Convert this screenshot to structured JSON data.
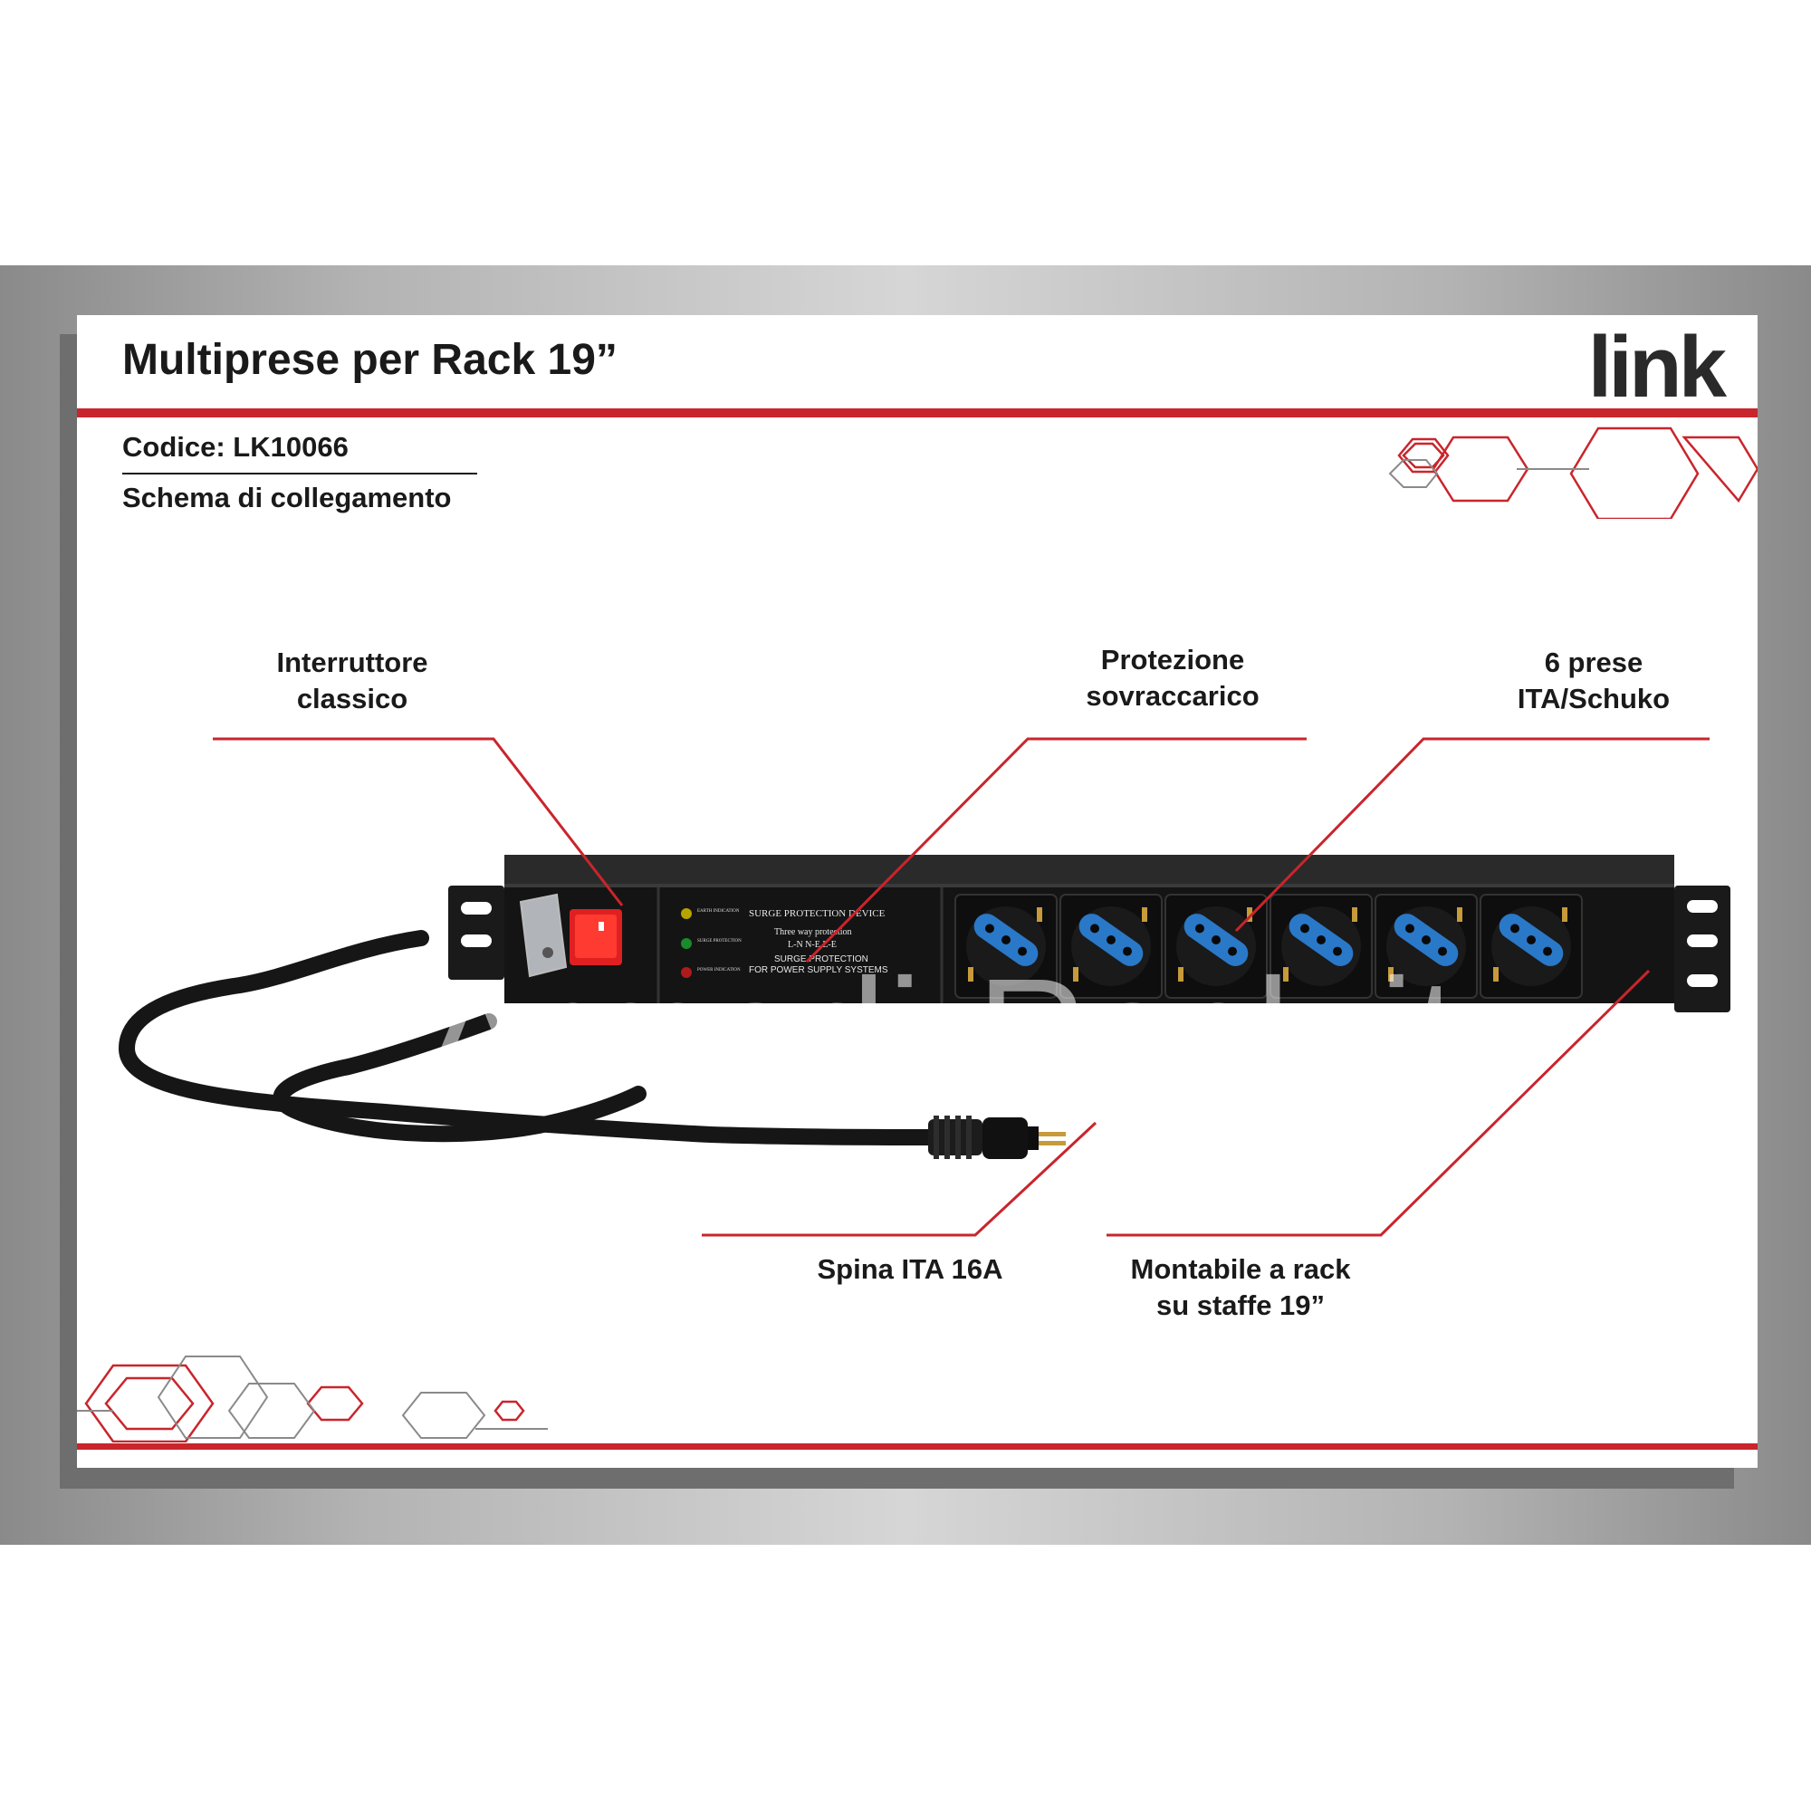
{
  "header": {
    "title": "Multiprese per Rack 19”",
    "logo": "link"
  },
  "info": {
    "code": "Codice: LK10066",
    "subtitle": "Schema di collegamento"
  },
  "callouts": {
    "switch": "Interruttore\nclassico",
    "surge": "Protezione\nsovraccarico",
    "sockets": "6 prese\nITA/Schuko",
    "plug": "Spina ITA 16A",
    "rackmount": "Montabile a rack\nsu staffe 19”"
  },
  "device": {
    "panel_title": "SURGE PROTECTION DEVICE",
    "panel_line1": "Three way protection",
    "panel_line2": "L-N  N-E  L-E",
    "panel_line3": "SURGE PROTECTION",
    "panel_line4": "FOR POWER SUPPLY SYSTEMS",
    "led1": "EARTH INDICATION",
    "led2": "SURGE PROTECTION",
    "led3": "POWER INDICATION",
    "socket_count": 6
  },
  "watermark": "Armadi-Rack.it",
  "colors": {
    "accent_red": "#c9252c",
    "socket_blue": "#2a78c8",
    "switch_red": "#e02020"
  }
}
